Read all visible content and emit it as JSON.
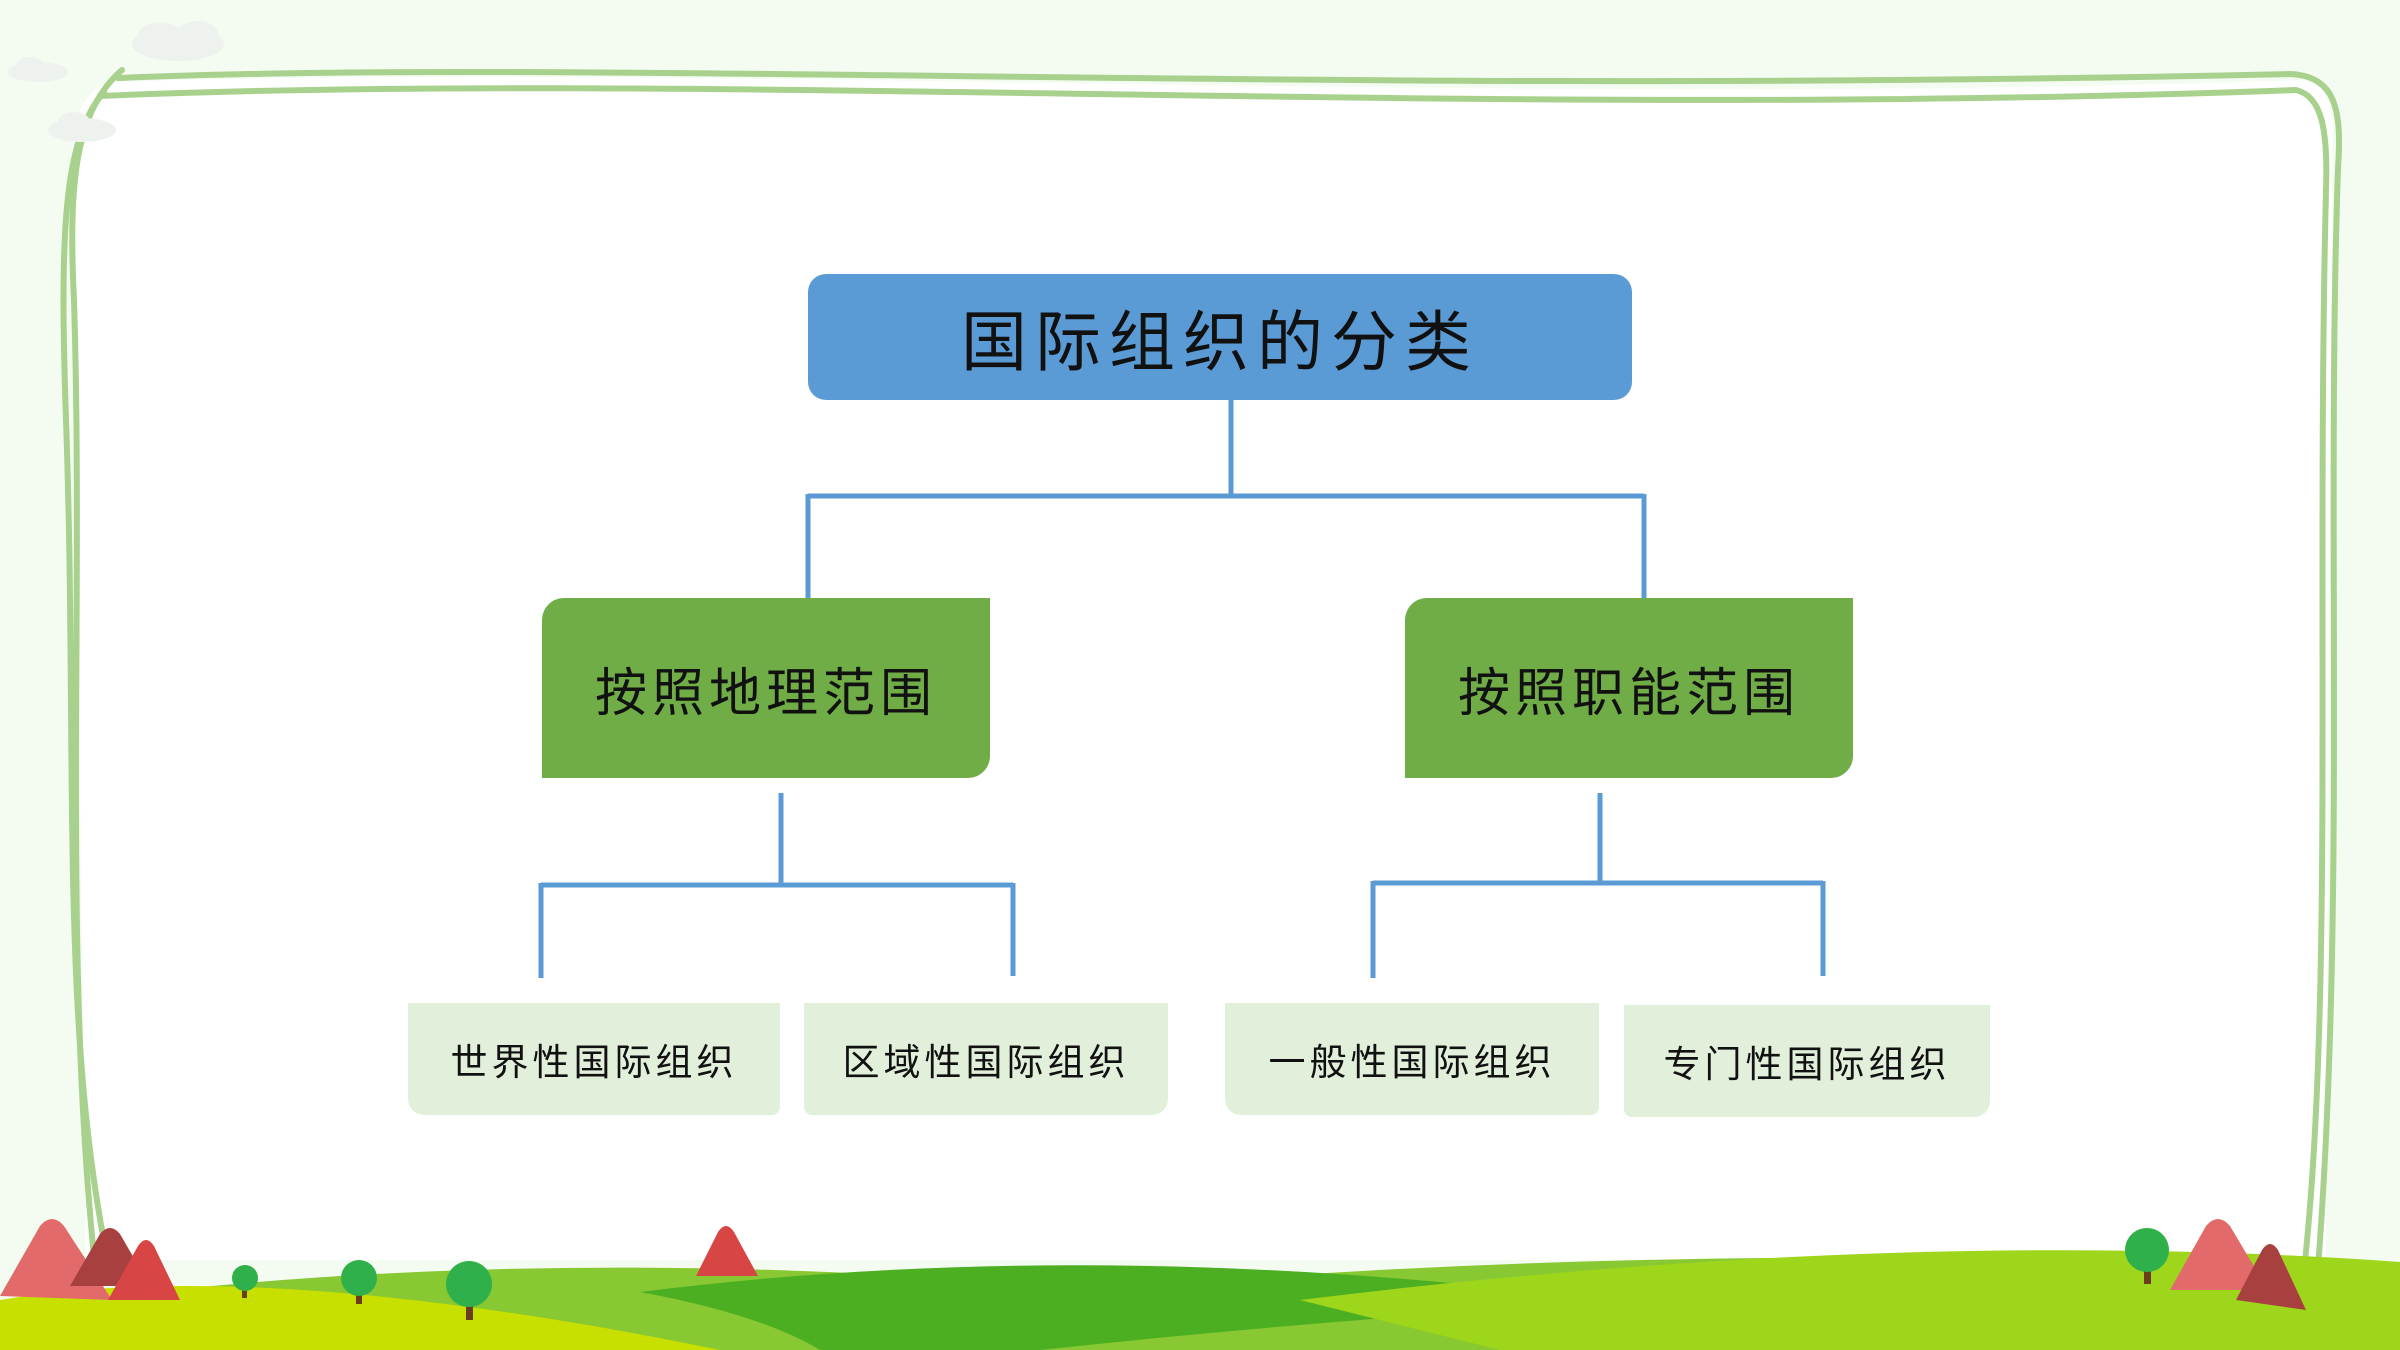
{
  "diagram": {
    "root": {
      "label": "国际组织的分类"
    },
    "branches": [
      {
        "label": "按照地理范围",
        "children": [
          "世界性国际组织",
          "区域性国际组织"
        ]
      },
      {
        "label": "按照职能范围",
        "children": [
          "一般性国际组织",
          "专门性国际组织"
        ]
      }
    ]
  },
  "colors": {
    "root_fill": "#5b9bd5",
    "branch_fill": "#70ad47",
    "leaf_fill": "#e2efda",
    "connector": "#5b9bd5",
    "frame": "#a9d18e"
  },
  "decor": {
    "background": "hills-trees-clouds-frame"
  }
}
